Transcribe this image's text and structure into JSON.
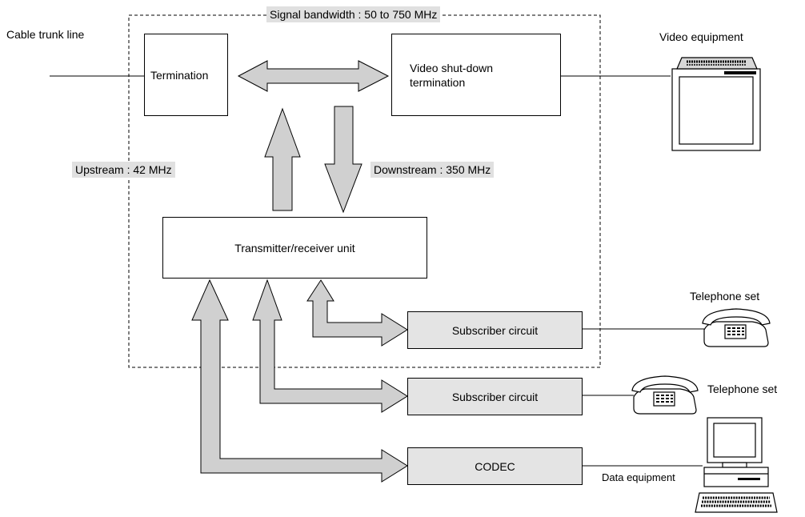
{
  "labels": {
    "signal_bandwidth": "Signal bandwidth : 50 to 750 MHz",
    "cable_trunk_line": "Cable trunk line",
    "video_equipment": "Video equipment",
    "upstream": "Upstream : 42 MHz",
    "downstream": "Downstream : 350 MHz",
    "telephone_set_1": "Telephone set",
    "telephone_set_2": "Telephone set",
    "data_equipment": "Data equipment"
  },
  "blocks": {
    "termination": "Termination",
    "video_shutdown_line1": "Video shut-down",
    "video_shutdown_line2": "termination",
    "transceiver": "Transmitter/receiver unit",
    "subscriber_circuit_1": "Subscriber circuit",
    "subscriber_circuit_2": "Subscriber circuit",
    "codec": "CODEC"
  },
  "colors": {
    "arrow_fill": "#d0d0d0",
    "block_fill": "#e4e4e4",
    "label_shade": "#e0e0e0"
  }
}
